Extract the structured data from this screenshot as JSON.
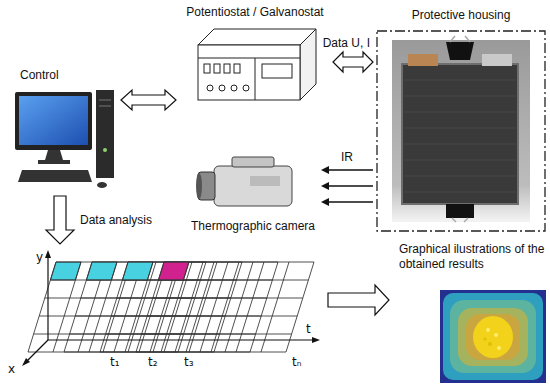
{
  "diagram": {
    "nodes": [
      {
        "text": [
          "Control"
        ]
      },
      {
        "text": [
          "Potentiostat / Galvanostat"
        ]
      },
      {
        "text": [
          "Protective housing"
        ]
      },
      {
        "text": [
          "Thermographic camera"
        ]
      },
      {
        "text": [
          "y",
          "x",
          "t",
          "t₁",
          "t₂",
          "t₃",
          "tₙ"
        ]
      },
      {
        "text": [
          "Graphical ilustrations of the obtained results"
        ]
      }
    ],
    "edges": [
      {
        "from": 0,
        "to": 1,
        "arrow": "both"
      },
      {
        "from": 1,
        "to": 2,
        "label": "Data U, I",
        "arrow": "both"
      },
      {
        "from": 2,
        "to": 3,
        "label": "IR",
        "arrow": "to"
      },
      {
        "from": 0,
        "to": 4,
        "label": "Data analysis",
        "arrow": "to"
      },
      {
        "from": 4,
        "to": 5,
        "arrow": "to"
      }
    ]
  }
}
